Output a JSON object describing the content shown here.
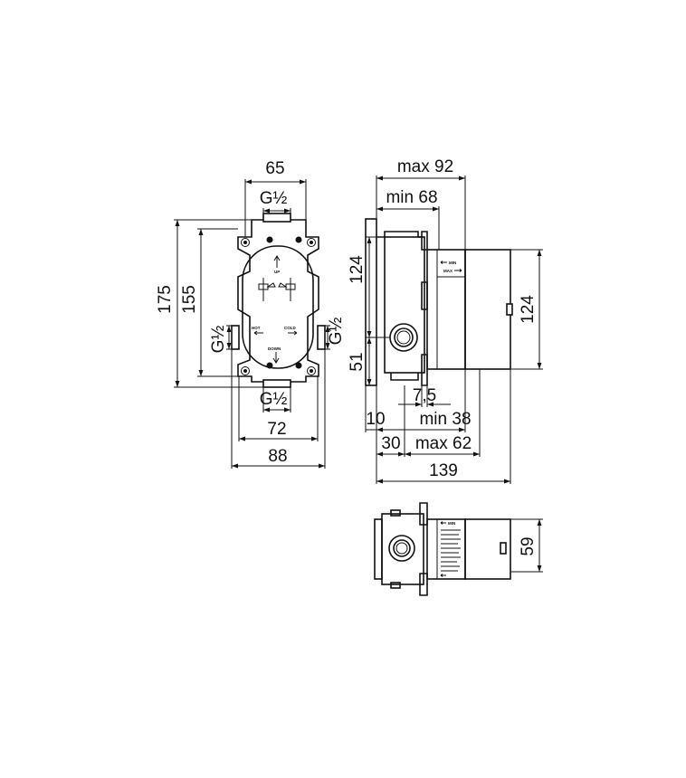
{
  "front_view": {
    "dims": {
      "width_top": "65",
      "thread_top": "G½",
      "height_outer": "175",
      "height_inner": "155",
      "thread_left": "G½",
      "thread_right": "G½",
      "thread_bottom": "G½",
      "width_inner": "72",
      "width_outer": "88"
    },
    "labels": {
      "up": "UP",
      "down": "DOWN",
      "hot": "HOT",
      "cold": "COLD"
    }
  },
  "side_view": {
    "dims": {
      "depth_max": "max 92",
      "depth_min": "min 68",
      "height_left": "124",
      "offset_51": "51",
      "height_right": "124",
      "d_7_5": "7,5",
      "d_10": "10",
      "d_min38": "min 38",
      "d_30": "30",
      "d_max62": "max 62",
      "total_139": "139"
    },
    "labels": {
      "min": "MIN",
      "max": "MAX"
    }
  },
  "top_view": {
    "dims": {
      "height_59": "59"
    },
    "labels": {
      "min": "MIN"
    }
  }
}
